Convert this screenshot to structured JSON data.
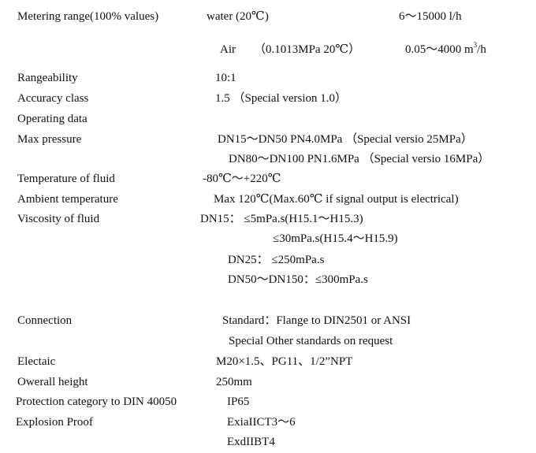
{
  "metering": {
    "label": "Metering range(100% values)",
    "water_label": "water (20℃)",
    "water_range": "6～15000 l/h",
    "air_label": "Air",
    "air_condition": "（0.1013MPa 20℃）",
    "air_range_value": "0.05～4000 m",
    "air_range_sup": "3",
    "air_range_unit": "/h"
  },
  "rangeability": {
    "label": "Rangeability",
    "value": "10:1"
  },
  "accuracy": {
    "label": "Accuracy class",
    "value": "1.5 （Special version 1.0）"
  },
  "operating": {
    "label": "Operating data"
  },
  "max_pressure": {
    "label": "Max pressure",
    "line1": "DN15～DN50   PN4.0MPa  （Special versio 25MPa）",
    "line2": "DN80～DN100 PN1.6MPa  （Special versio 16MPa）"
  },
  "temperature": {
    "label": "Temperature of fluid",
    "value": "-80℃～+220℃"
  },
  "ambient": {
    "label": "Ambient temperature",
    "value": "Max 120℃(Max.60℃ if signal output is electrical)"
  },
  "viscosity": {
    "label": "Viscosity of fluid",
    "line1": "DN15：  ≤5mPa.s(H15.1～H15.3)",
    "line2": "≤30mPa.s(H15.4～H15.9)",
    "line3": "DN25：  ≤250mPa.s",
    "line4": "DN50～DN150：≤300mPa.s"
  },
  "connection": {
    "label": "Connection",
    "line1": "Standard：Flange to DIN2501 or ANSI",
    "line2": "Special     Other standards on request"
  },
  "electric": {
    "label": "Electaic",
    "value": "M20×1.5、PG11、1/2”NPT"
  },
  "height": {
    "label": "Owerall height",
    "value": "250mm"
  },
  "protection": {
    "label": "Protection category to DIN 40050",
    "value": "IP65"
  },
  "explosion": {
    "label": "Explosion Proof",
    "line1": "ExiaIICT3～6",
    "line2": "ExdIIBT4"
  }
}
